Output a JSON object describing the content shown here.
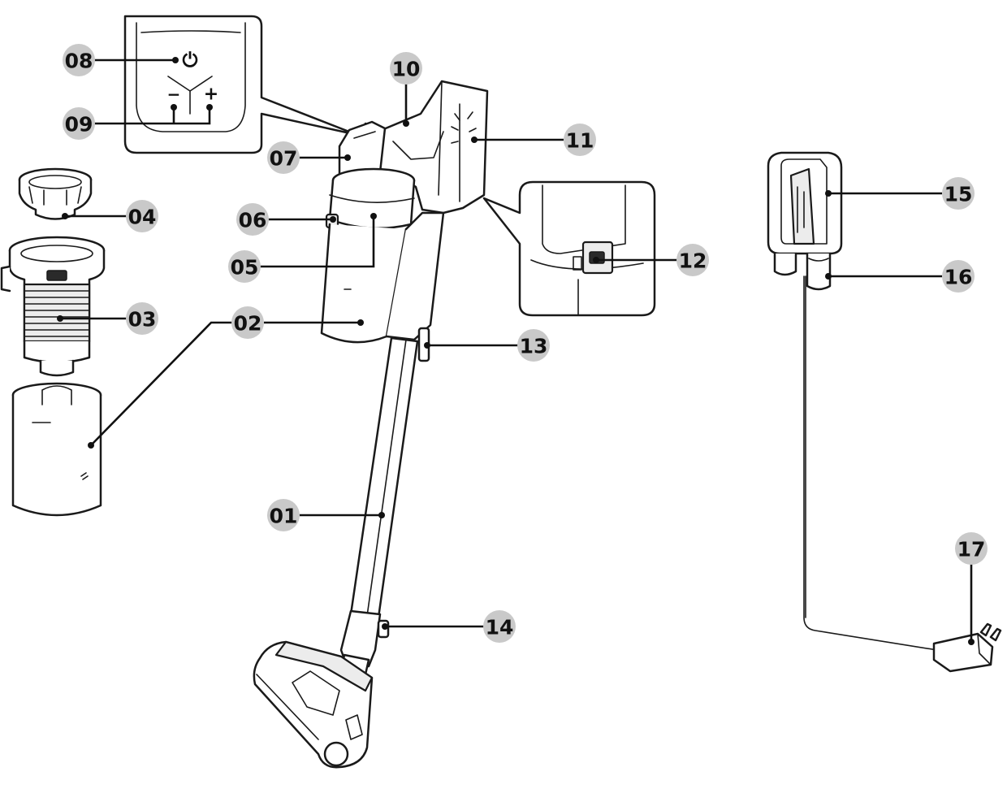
{
  "diagram": {
    "type": "exploded product parts diagram",
    "callouts": [
      {
        "id": "01",
        "label": "01"
      },
      {
        "id": "02",
        "label": "02"
      },
      {
        "id": "03",
        "label": "03"
      },
      {
        "id": "04",
        "label": "04"
      },
      {
        "id": "05",
        "label": "05"
      },
      {
        "id": "06",
        "label": "06"
      },
      {
        "id": "07",
        "label": "07"
      },
      {
        "id": "08",
        "label": "08"
      },
      {
        "id": "09",
        "label": "09"
      },
      {
        "id": "10",
        "label": "10"
      },
      {
        "id": "11",
        "label": "11"
      },
      {
        "id": "12",
        "label": "12"
      },
      {
        "id": "13",
        "label": "13"
      },
      {
        "id": "14",
        "label": "14"
      },
      {
        "id": "15",
        "label": "15"
      },
      {
        "id": "16",
        "label": "16"
      },
      {
        "id": "17",
        "label": "17"
      }
    ],
    "control_panel_symbols": {
      "power": "⏻",
      "minus": "−",
      "plus": "+"
    },
    "colors": {
      "badge": "#c9c9c9",
      "line": "#111111"
    }
  }
}
